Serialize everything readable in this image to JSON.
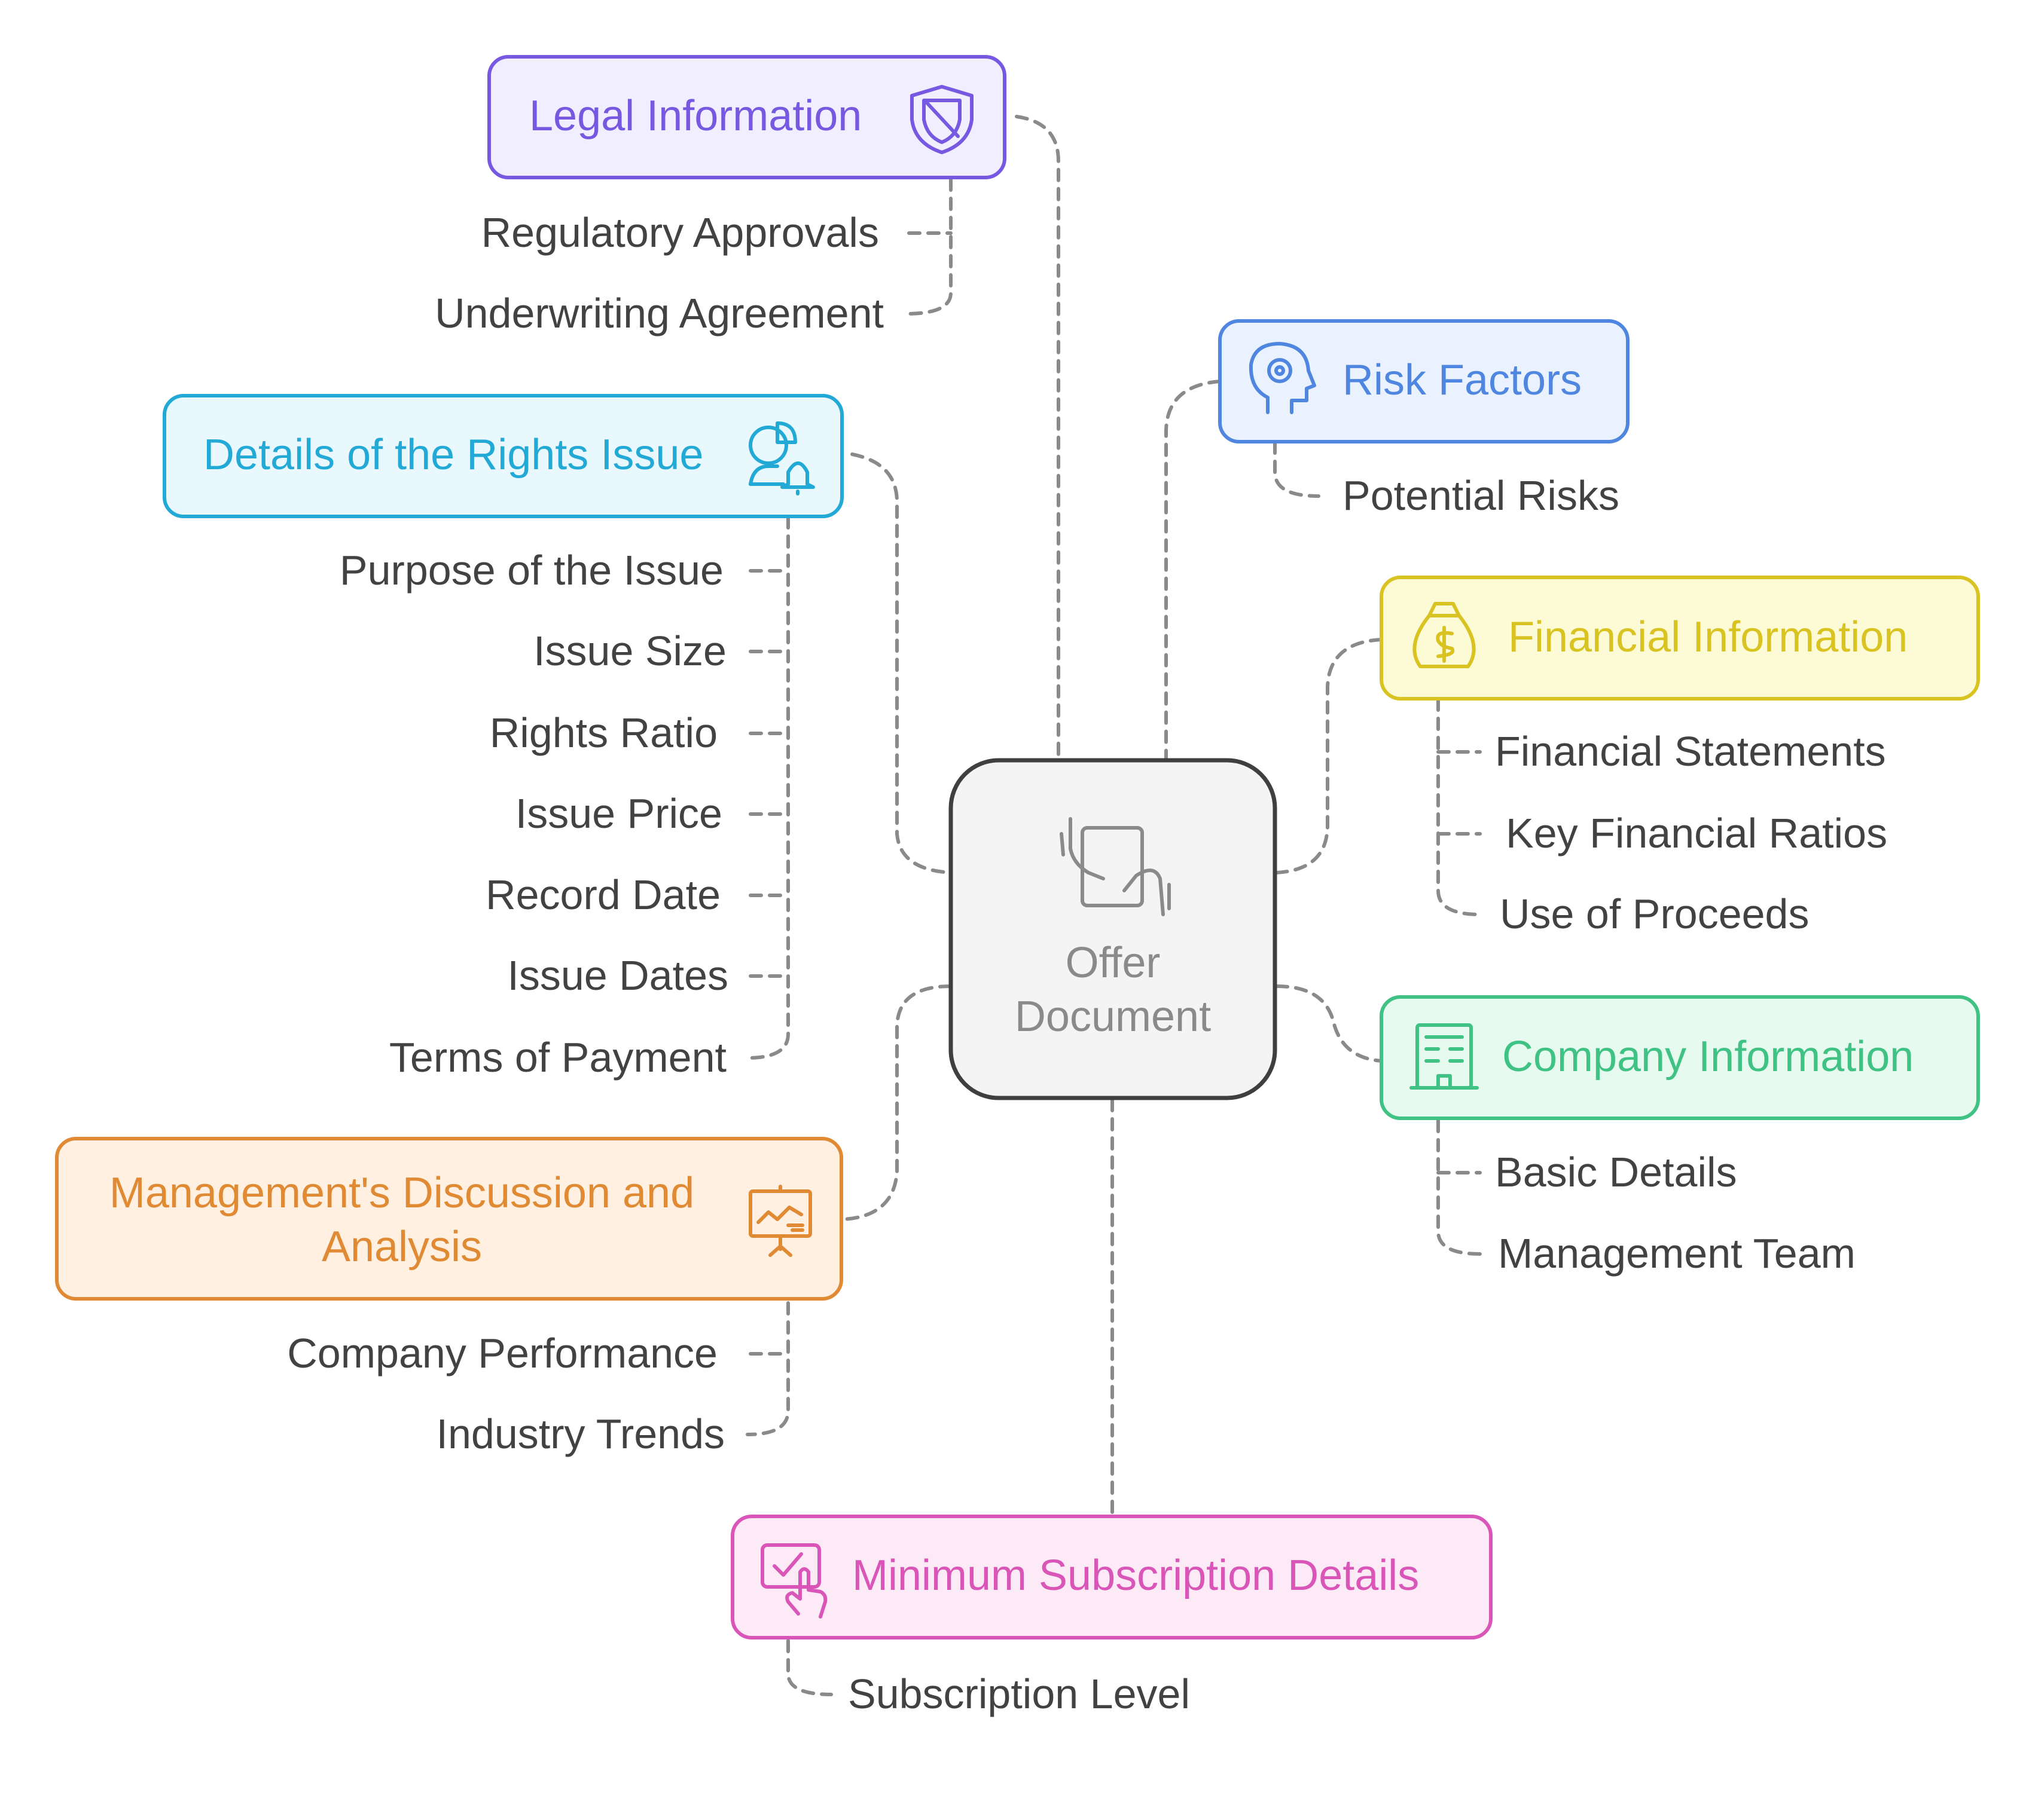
{
  "center": {
    "line1": "Offer",
    "line2": "Document",
    "icon": "hand-document-icon"
  },
  "colors": {
    "connector": "#8a8a8a",
    "center_fill": "#f4f4f4",
    "center_stroke": "#3f3f3f",
    "center_text": "#8a8a8a",
    "legal": "#7659e0",
    "legal_fill": "#f1eeff",
    "rights": "#22a9d6",
    "rights_fill": "#e8f8fd",
    "mgmt": "#e08a34",
    "mgmt_fill": "#fff0e2",
    "minsub": "#d956b8",
    "minsub_fill": "#fdeaf7",
    "risk": "#4f86e0",
    "risk_fill": "#ebf2ff",
    "financial": "#d9c322",
    "financial_fill": "#fdfbd6",
    "company": "#3fc283",
    "company_fill": "#e7faf0"
  },
  "nodes": {
    "legal": {
      "title": "Legal Information",
      "icon": "shield-icon",
      "items": [
        "Regulatory Approvals",
        "Underwriting Agreement"
      ]
    },
    "rights": {
      "title": "Details of the Rights Issue",
      "icon": "user-bell-icon",
      "items": [
        "Purpose of the Issue",
        "Issue Size",
        "Rights Ratio",
        "Issue Price",
        "Record Date",
        "Issue Dates",
        "Terms of Payment"
      ]
    },
    "mgmt": {
      "title_line1": "Management's Discussion and",
      "title_line2": "Analysis",
      "icon": "presentation-chart-icon",
      "items": [
        "Company Performance",
        "Industry Trends"
      ]
    },
    "minsub": {
      "title": "Minimum Subscription Details",
      "icon": "touch-check-icon",
      "items": [
        "Subscription Level"
      ]
    },
    "risk": {
      "title": "Risk Factors",
      "icon": "head-gear-icon",
      "items": [
        "Potential Risks"
      ]
    },
    "financial": {
      "title": "Financial Information",
      "icon": "money-bag-icon",
      "items": [
        "Financial Statements",
        "Key Financial Ratios",
        "Use of Proceeds"
      ]
    },
    "company": {
      "title": "Company Information",
      "icon": "building-icon",
      "items": [
        "Basic Details",
        "Management Team"
      ]
    }
  }
}
